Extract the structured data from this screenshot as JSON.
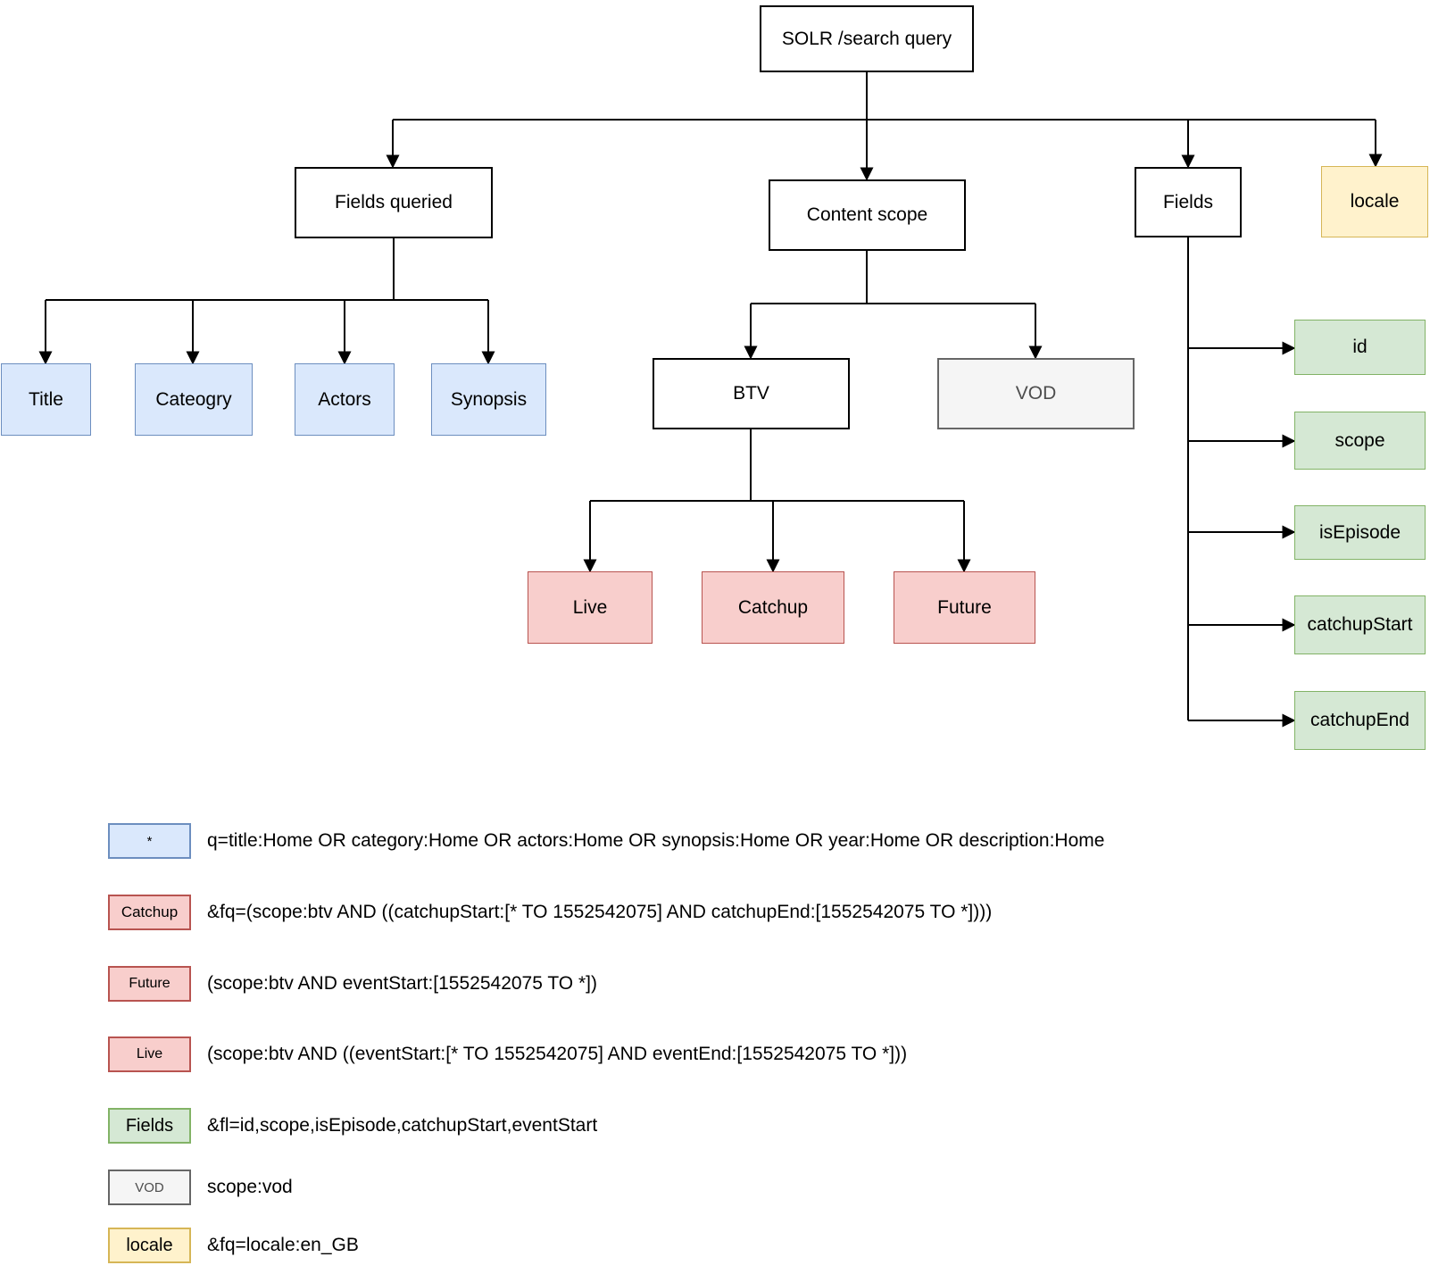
{
  "nodes": {
    "solr": "SOLR /search query",
    "fields_queried": "Fields queried",
    "content_scope": "Content scope",
    "fields": "Fields",
    "locale": "locale",
    "title": "Title",
    "cateogry": "Cateogry",
    "actors": "Actors",
    "synopsis": "Synopsis",
    "btv": "BTV",
    "vod": "VOD",
    "live": "Live",
    "catchup": "Catchup",
    "future": "Future",
    "field_id": "id",
    "field_scope": "scope",
    "field_isEpisode": "isEpisode",
    "field_catchupStart": "catchupStart",
    "field_catchupEnd": "catchupEnd"
  },
  "legend": {
    "rows": [
      {
        "swatch_label": "*",
        "color": "blue",
        "query": "q=title:Home OR category:Home OR actors:Home OR synopsis:Home OR year:Home OR description:Home"
      },
      {
        "swatch_label": "Catchup",
        "color": "red",
        "query": "&fq=(scope:btv AND ((catchupStart:[* TO 1552542075] AND catchupEnd:[1552542075 TO *])))"
      },
      {
        "swatch_label": "Future",
        "color": "red",
        "query": "(scope:btv AND eventStart:[1552542075 TO *])"
      },
      {
        "swatch_label": "Live",
        "color": "red",
        "query": "(scope:btv AND ((eventStart:[* TO 1552542075] AND eventEnd:[1552542075 TO *]))"
      },
      {
        "swatch_label": "Fields",
        "color": "green",
        "query": "&fl=id,scope,isEpisode,catchupStart,eventStart"
      },
      {
        "swatch_label": "VOD",
        "color": "gray",
        "query": "scope:vod"
      },
      {
        "swatch_label": "locale",
        "color": "yellow",
        "query": "&fq=locale:en_GB"
      }
    ]
  },
  "colors": {
    "node-fill": "#ffffff",
    "node-stroke": "#000000",
    "line": "#000000",
    "blue-fill": "#dae8fc",
    "blue-stroke": "#6c8ebf",
    "red-fill": "#f8cecc",
    "red-stroke": "#b85450",
    "green-fill": "#d5e8d4",
    "green-stroke": "#82b366",
    "yellow-fill": "#fff2cc",
    "yellow-stroke": "#d6b656",
    "gray-fill": "#f5f5f5",
    "gray-stroke": "#666666"
  }
}
